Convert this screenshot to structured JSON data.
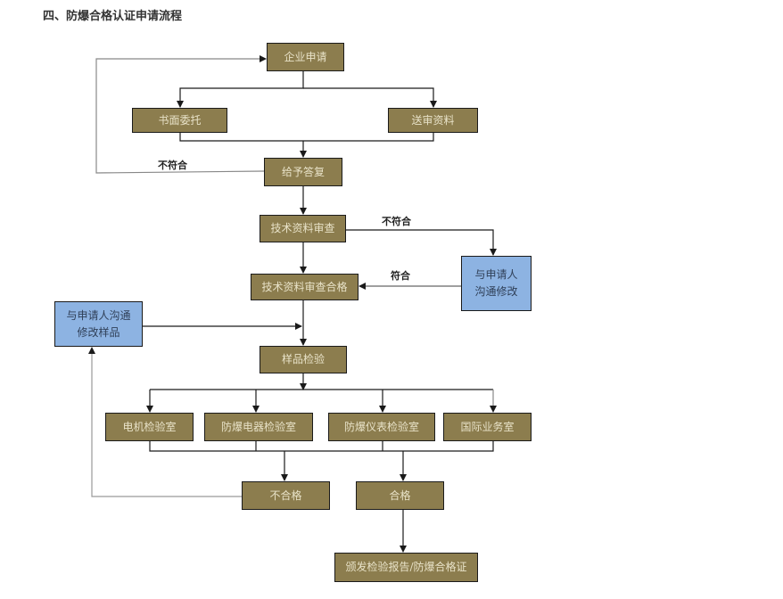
{
  "title": "四、防爆合格认证申请流程",
  "colors": {
    "process_box": "#8c7d4e",
    "feedback_box": "#8db3e2",
    "line": "#1a1a1a"
  },
  "nodes": {
    "apply": "企业申请",
    "written_entrust": "书面委托",
    "submit_docs": "送审资料",
    "reply": "给予答复",
    "tech_review": "技术资料审查",
    "tech_review_pass": "技术资料审查合格",
    "communicate_modify": "与申请人\n沟通修改",
    "communicate_modify_sample": "与申请人沟通\n修改样品",
    "sample_test": "样品检验",
    "motor_lab": "电机检验室",
    "ex_electrical_lab": "防爆电器检验室",
    "ex_instrument_lab": "防爆仪表检验室",
    "intl_business": "国际业务室",
    "fail": "不合格",
    "pass": "合格",
    "issue_cert": "颁发检验报告/防爆合格证"
  },
  "edge_labels": {
    "reply_not_ok": "不符合",
    "review_not_ok": "不符合",
    "modify_ok": "符合"
  }
}
